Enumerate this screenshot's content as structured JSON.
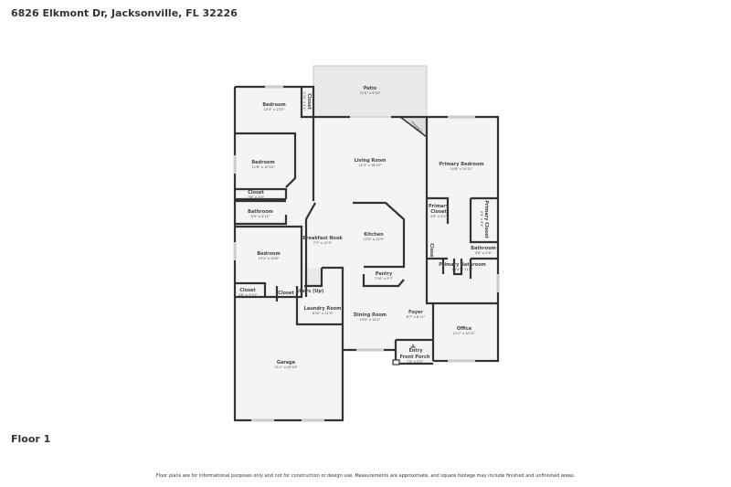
{
  "header": {
    "title": "6826 Elkmont Dr, Jacksonville, FL 32226"
  },
  "floor_label": "Floor 1",
  "disclaimer": "Floor plans are for informational purposes only and not for construction or design use. Measurements are approximate, and square footage may include finished and unfinished areas.",
  "rooms": {
    "patio": {
      "name": "Patio",
      "dims": "22'0\" x 9'10\""
    },
    "closet_top": {
      "name": "Closet",
      "dims": "1'10\" x 3'1\""
    },
    "bedroom1": {
      "name": "Bedroom",
      "dims": "10'3\" x 13'0\""
    },
    "bedroom2": {
      "name": "Bedroom",
      "dims": "11'8\" x 10'10\""
    },
    "closet_hall": {
      "name": "Closet",
      "dims": "7'8\" x 2'0\""
    },
    "bathroom1": {
      "name": "Bathroom",
      "dims": "5'9\" x 4'11\""
    },
    "fireplace": {
      "name": "Fireplace"
    },
    "living": {
      "name": "Living Room",
      "dims": "22'3\" x 16'10\""
    },
    "primary_bedroom": {
      "name": "Primary Bedroom",
      "dims": "10'8\" x 20'11\""
    },
    "primary_closet1": {
      "name": "Primary Closet",
      "dims": "4'9\" x 5'2\""
    },
    "primary_closet2": {
      "name": "Primary Closet",
      "dims": "4'9\" x 8'4\""
    },
    "bathroom2": {
      "name": "Bathroom",
      "dims": "4'8\" x 2'8\""
    },
    "closet_primary_bath": {
      "name": "Closet"
    },
    "primary_bathroom": {
      "name": "Primary Bathroom",
      "dims": "13'4\" x 11'6\""
    },
    "bedroom3": {
      "name": "Bedroom",
      "dims": "13'2\" x 10'8\""
    },
    "breakfast_nook": {
      "name": "Breakfast Nook",
      "dims": "7'7\" x 12'5\""
    },
    "kitchen": {
      "name": "Kitchen",
      "dims": "12'0\" x 12'9\""
    },
    "pantry": {
      "name": "Pantry",
      "dims": "7'10\" x 3'7\""
    },
    "stairs": {
      "name": "Stairs (Up)"
    },
    "closet_bed3": {
      "name": "Closet",
      "dims": "4'8\" x 3'10\""
    },
    "closet_garage": {
      "name": "Closet"
    },
    "laundry": {
      "name": "Laundry Room",
      "dims": "8'10\" x 11'3\""
    },
    "dining": {
      "name": "Dining Room",
      "dims": "10'9\" x 12'2\""
    },
    "foyer": {
      "name": "Foyer",
      "dims": "6'7\" x 8'11\""
    },
    "office": {
      "name": "Office",
      "dims": "12'1\" x 10'11\""
    },
    "entry": {
      "name": "Entry"
    },
    "front_porch": {
      "name": "Front Porch",
      "dims": "7'9\" x 5'0\""
    },
    "garage": {
      "name": "Garage",
      "dims": "21'1\" x 26'10\""
    }
  },
  "colors": {
    "wall": "#333333",
    "floor": "#f4f4f4",
    "window": "#cccccc"
  }
}
